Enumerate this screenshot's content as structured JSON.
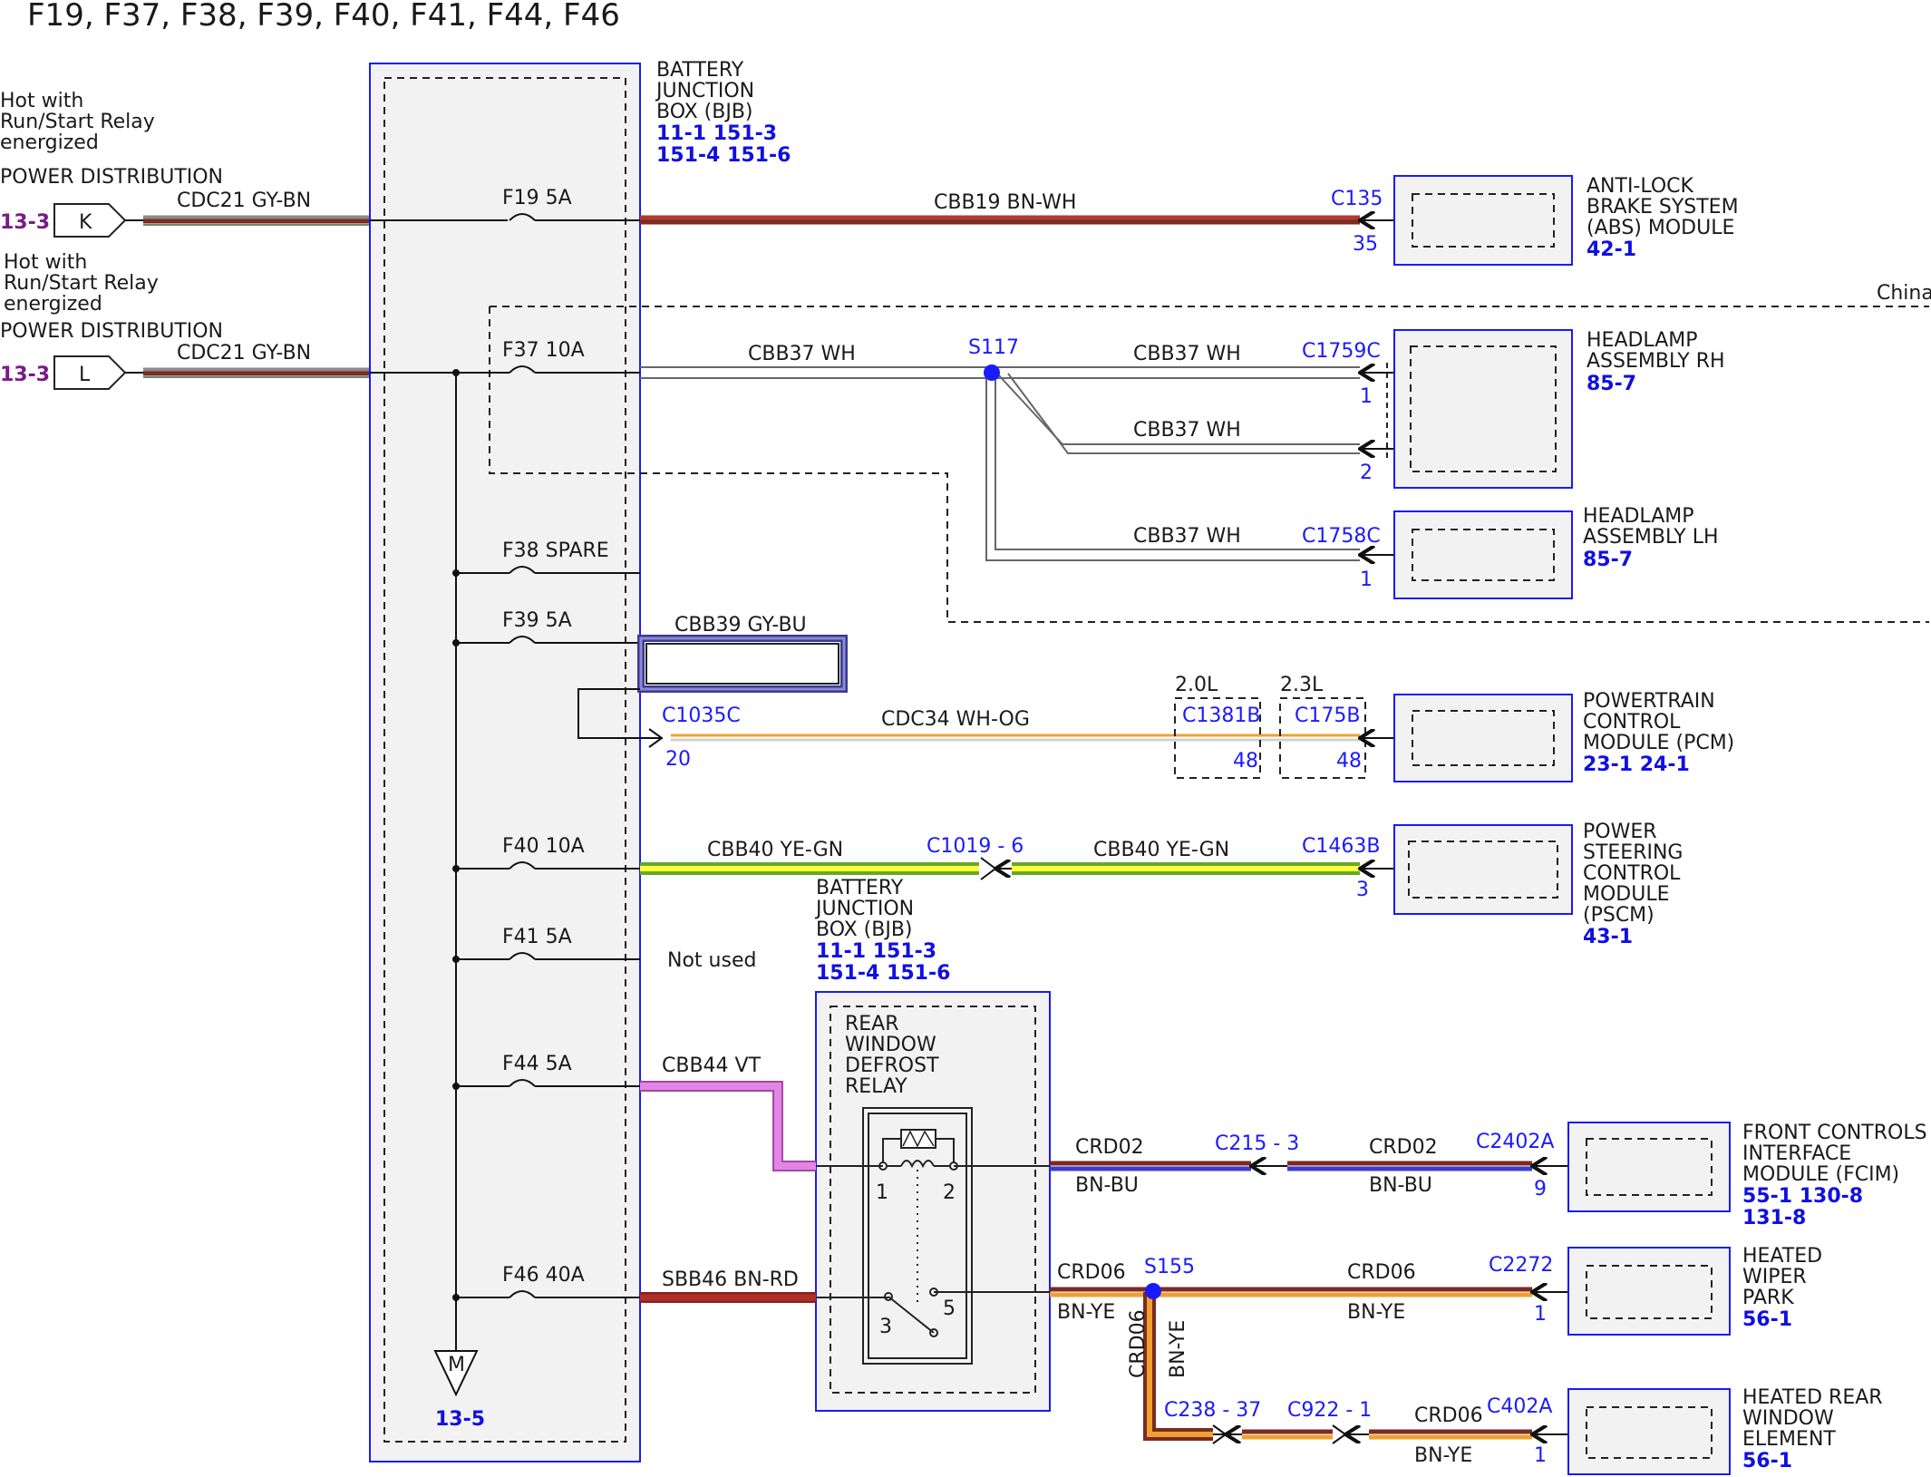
{
  "page": {
    "title": "F19, F37, F38, F39, F40, F41, F44, F46"
  },
  "colors": {
    "brown": "#7b2b22",
    "gray": "#8a8a8a",
    "yellow": "#ffff3b",
    "green": "#66a82a",
    "orange": "#f0a030",
    "blue": "#1a1aff",
    "violet": "#e285e6",
    "bnbu_blue": "#3b3bd0",
    "red": "#b0302a"
  },
  "sources": [
    {
      "note_1": "Hot with",
      "note_2": "Run/Start Relay",
      "note_3": "energized",
      "label": "POWER DISTRIBUTION",
      "ref": "13-3",
      "pin": "K",
      "wire": "CDC21  GY-BN"
    },
    {
      "note_1": "Hot with",
      "note_2": "Run/Start Relay",
      "note_3": "energized",
      "label": "POWER DISTRIBUTION",
      "ref": "13-3",
      "pin": "L",
      "wire": "CDC21  GY-BN"
    }
  ],
  "bjb": {
    "line1": "BATTERY",
    "line2": "JUNCTION",
    "line3": "BOX (BJB)",
    "refs_1": "11-1   151-3",
    "refs_2": "151-4  151-6",
    "ground_ref": "13-5",
    "ground_symbol": "M"
  },
  "fuses": {
    "f19": "F19  5A",
    "f37": "F37  10A",
    "f38": "F38  SPARE",
    "f39": "F39  5A",
    "f40": "F40  10A",
    "f41": "F41  5A",
    "f44": "F44  5A",
    "f46": "F46  40A"
  },
  "wires": {
    "cbb19": "CBB19   BN-WH",
    "cbb37": "CBB37   WH",
    "cbb39": "CBB39   GY-BU",
    "cdc34": "CDC34   WH-OG",
    "cbb40": "CBB40   YE-GN",
    "not_used": "Not used",
    "cbb44": "CBB44   VT",
    "sbb46": "SBB46   BN-RD",
    "crd02": "CRD02",
    "bnbu": "BN-BU",
    "crd06": "CRD06",
    "bnye": "BN-YE"
  },
  "splices": {
    "s117": "S117",
    "s155": "S155"
  },
  "region": {
    "china": "China",
    "v20": "2.0L",
    "v23": "2.3L"
  },
  "connectors": {
    "c135": "C135",
    "c135_pin": "35",
    "c1759c": "C1759C",
    "c1759c_pin1": "1",
    "c1759c_pin2": "2",
    "c1758c": "C1758C",
    "c1758c_pin": "1",
    "c1035c": "C1035C",
    "c1035c_pin": "20",
    "c1381b": "C1381B",
    "c1381b_pin": "48",
    "c175b": "C175B",
    "c175b_pin": "48",
    "c1019": "C1019 - 6",
    "c1463b": "C1463B",
    "c1463b_pin": "3",
    "c215": "C215 - 3",
    "c2402a": "C2402A",
    "c2402a_pin": "9",
    "c2272": "C2272",
    "c2272_pin": "1",
    "c238": "C238 - 37",
    "c922": "C922 - 1",
    "c402a": "C402A",
    "c402a_pin": "1"
  },
  "relay": {
    "line1": "REAR",
    "line2": "WINDOW",
    "line3": "DEFROST",
    "line4": "RELAY",
    "pin1": "1",
    "pin2": "2",
    "pin3": "3",
    "pin5": "5"
  },
  "bjb2": {
    "line1": "BATTERY",
    "line2": "JUNCTION",
    "line3": "BOX (BJB)",
    "refs_1": "11-1   151-3",
    "refs_2": "151-4  151-6"
  },
  "modules": {
    "abs": {
      "l1": "ANTI-LOCK",
      "l2": "BRAKE SYSTEM",
      "l3": "(ABS) MODULE",
      "ref": "42-1"
    },
    "hl_rh": {
      "l1": "HEADLAMP",
      "l2": "ASSEMBLY RH",
      "ref": "85-7"
    },
    "hl_lh": {
      "l1": "HEADLAMP",
      "l2": "ASSEMBLY LH",
      "ref": "85-7"
    },
    "pcm": {
      "l1": "POWERTRAIN",
      "l2": "CONTROL",
      "l3": "MODULE (PCM)",
      "ref": "23-1   24-1"
    },
    "pscm": {
      "l1": "POWER",
      "l2": "STEERING",
      "l3": "CONTROL",
      "l4": "MODULE",
      "l5": "(PSCM)",
      "ref": "43-1"
    },
    "fcim": {
      "l1": "FRONT CONTROLS",
      "l2": "INTERFACE",
      "l3": "MODULE (FCIM)",
      "ref": "55-1   130-8",
      "ref2": "131-8"
    },
    "wiper": {
      "l1": "HEATED",
      "l2": "WIPER",
      "l3": "PARK",
      "ref": "56-1"
    },
    "rear": {
      "l1": "HEATED REAR",
      "l2": "WINDOW",
      "l3": "ELEMENT",
      "ref": "56-1"
    }
  }
}
